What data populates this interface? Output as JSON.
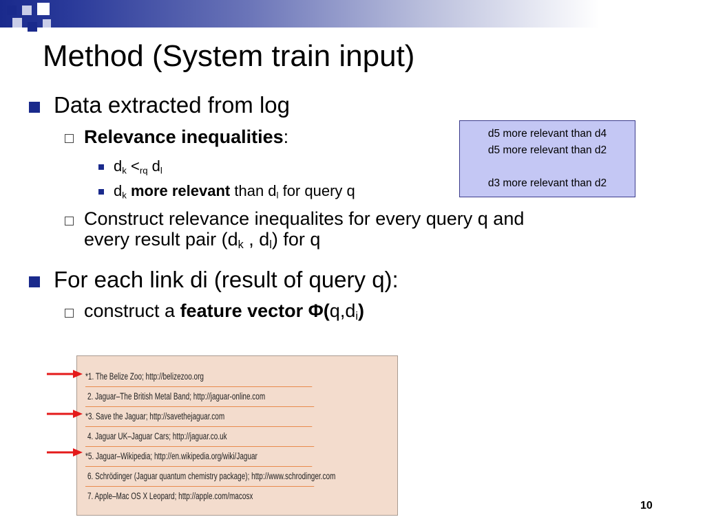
{
  "slide": {
    "title": "Method (System train input)",
    "page_number": "10"
  },
  "bullets": {
    "b1": "Data extracted from log",
    "b1_1_bold": "Relevance inequalities",
    "b1_1_rest": ":",
    "b1_1_a": {
      "d": "d",
      "k": "k",
      "lt": " <",
      "rq": "rq",
      "d2": " d",
      "l": "l"
    },
    "b1_1_b": {
      "d": "d",
      "k": "k",
      "bold": " more relevant",
      "than": " than d",
      "l": "l",
      "rest": " for query q"
    },
    "b1_2_line1": "Construct relevance inequalites for every query q and",
    "b1_2_line2a": "every result pair (d",
    "b1_2_k": "k",
    "b1_2_mid": " , d",
    "b1_2_l": "l",
    "b1_2_end": ") for q",
    "b2": "For each link di (result of query q):",
    "b2_1_pre": "construct a ",
    "b2_1_bold": "feature vector Φ(",
    "b2_1_arg": "q,d",
    "b2_1_i": "i",
    "b2_1_close": ")"
  },
  "callout": {
    "lines": [
      "d5 more relevant than d4",
      "d5 more relevant than d2",
      "",
      "d3 more relevant than d2"
    ]
  },
  "search_results": [
    "*1. The Belize Zoo; http://belizezoo.org",
    "2. Jaguar–The British Metal Band; http://jaguar-online.com",
    "*3. Save the Jaguar; http://savethejaguar.com",
    "4. Jaguar UK–Jaguar Cars; http://jaguar.co.uk",
    "*5. Jaguar–Wikipedia; http://en.wikipedia.org/wiki/Jaguar",
    "6. Schrödinger (Jaguar quantum chemistry package); http://www.schrodinger.com",
    "7. Apple–Mac OS X Leopard; http://apple.com/macosx"
  ],
  "colors": {
    "accent_blue": "#1a2a8c",
    "callout_bg": "#c4c7f4",
    "results_bg": "#f3dccd",
    "arrow_red": "#e41a1a"
  },
  "icons": [
    "square-bullet-icon",
    "hollow-square-bullet-icon",
    "red-arrow-icon"
  ]
}
